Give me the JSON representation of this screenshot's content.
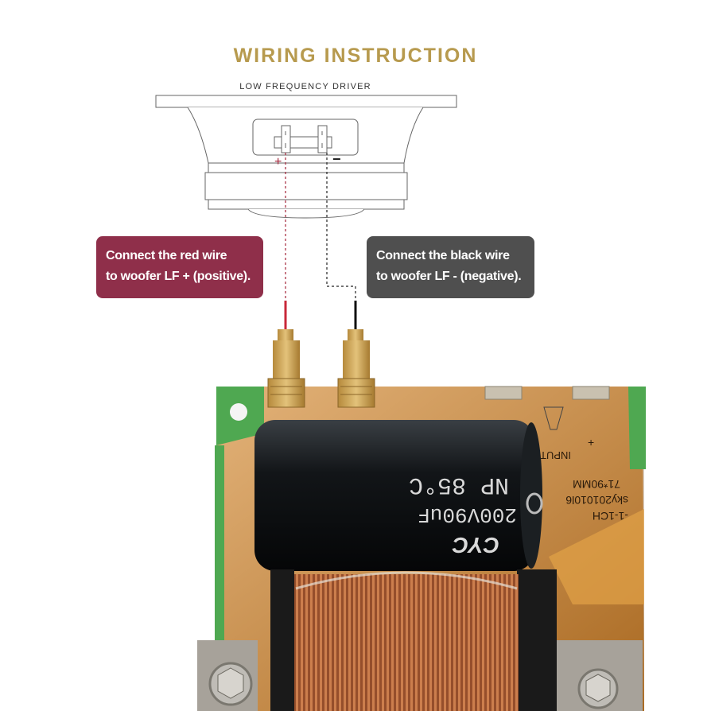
{
  "title": "WIRING INSTRUCTION",
  "driver_label": "LOW FREQUENCY DRIVER",
  "polarity": {
    "positive": "+",
    "negative": "−"
  },
  "callouts": {
    "red": {
      "line1": "Connect the red wire",
      "line2": "to woofer LF + (positive)."
    },
    "black": {
      "line1": "Connect the black wire",
      "line2": "to woofer LF - (negative)."
    }
  },
  "board_print": {
    "input_label": "INPUT",
    "plus": "+",
    "capacitor_brand": "CYC",
    "capacitor_np": "NP 85°C",
    "capacitor_rating": "200V90uF",
    "model_code": "-1-1CH",
    "serial": "sky201010l6",
    "size": "71*90MM"
  },
  "colors": {
    "title_gold": "#b79a4e",
    "callout_red": "#8f2f4a",
    "callout_black": "#4f4f4f",
    "pcb": "#d48a32",
    "pcb_green": "#4fa851",
    "capacitor": "#15191c",
    "copper": "#a9562a"
  }
}
